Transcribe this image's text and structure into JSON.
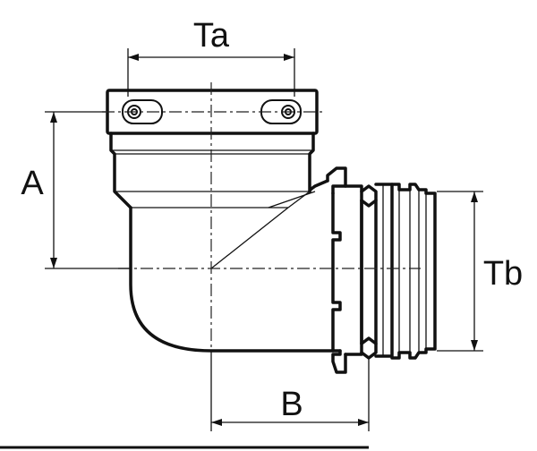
{
  "diagram": {
    "dimension_labels": {
      "ta": "Ta",
      "tb": "Tb",
      "a": "A",
      "b": "B"
    },
    "line_color": "#111111",
    "background": "#ffffff"
  }
}
